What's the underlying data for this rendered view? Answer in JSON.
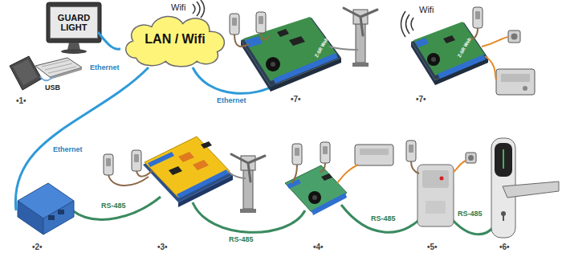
{
  "diagram": {
    "nodes": [
      {
        "text": [
          "GUARD LIGHT"
        ]
      },
      {
        "text": [
          "LAN / Wifi"
        ]
      }
    ],
    "edges": [
      {
        "from": 0,
        "to": 1,
        "arrow": "none",
        "label": "Ethernet"
      }
    ],
    "labels": [
      "Wifi",
      "Wifi",
      "USB",
      "Ethernet",
      "Ethernet",
      "Z-5R Web",
      "Z-5R Web",
      "RS-485",
      "RS-485",
      "RS-485",
      "RS-485",
      "•1•",
      "•7•",
      "•7•",
      "•2•",
      "•3•",
      "•4•",
      "•5•",
      "•6•"
    ]
  }
}
